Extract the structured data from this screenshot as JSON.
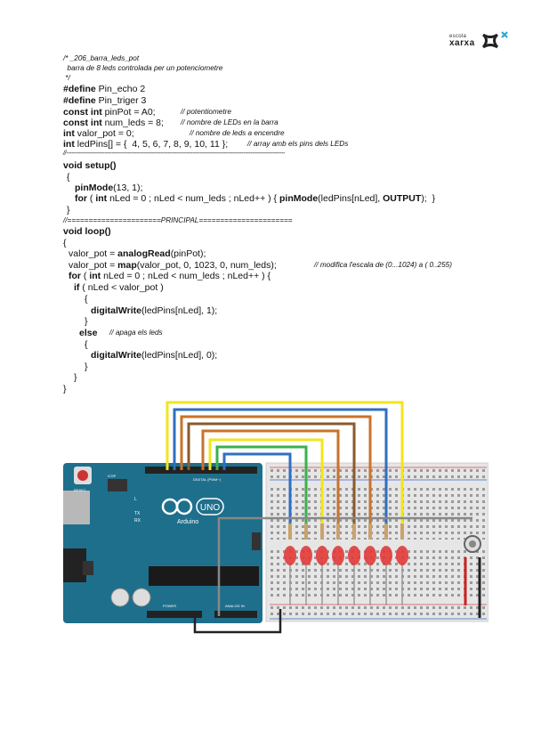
{
  "logo": {
    "small": "escola",
    "big": "xarxa"
  },
  "header_comment": [
    "/* _206_barra_leds_pot",
    "  barra de 8 leds controlada per un potenciometre",
    " */"
  ],
  "defines": [
    {
      "kw": "#define",
      "rest": " Pin_echo 2"
    },
    {
      "kw": "#define",
      "rest": " Pin_triger 3"
    }
  ],
  "decls": [
    {
      "kw": "const int",
      "rest": " pinPot = A0;",
      "comment": "// potentiometre"
    },
    {
      "kw": "const int",
      "rest": " num_leds = 8;",
      "comment": "// nombre de LEDs en la barra"
    },
    {
      "kw": "int",
      "rest": " valor_pot = 0;",
      "comment": "// nombre de leds a encendre"
    },
    {
      "kw": "int",
      "rest": " ledPins[] = {  4, 5, 6, 7, 8, 9, 10, 11 };",
      "comment": "// array amb els pins dels LEDs"
    }
  ],
  "separator1": "//-------------------------------------------------------------------------------------------------------------------------",
  "setup": {
    "sig": "void setup()",
    "open": "{",
    "pinmode_fn": "pinMode",
    "pinmode_args": "(13, 1);",
    "for_kw": "for",
    "for_open": " ( ",
    "for_int": "int",
    "for_cond": " nLed = 0 ; nLed < num_leds ; nLed++ ) { ",
    "for_fn": "pinMode",
    "for_args_a": "(ledPins[nLed], ",
    "for_output": "OUTPUT",
    "for_args_b": ");  }",
    "close": "}"
  },
  "separator2": "//======================PRINCIPAL======================",
  "loop": {
    "sig": "void loop()",
    "open": "{",
    "read_pre": "valor_pot = ",
    "read_fn": "analogRead",
    "read_post": "(pinPot);",
    "map_pre": "valor_pot = ",
    "map_fn": "map",
    "map_post": "(valor_pot, 0, 1023, 0, num_leds);",
    "map_comment": "// modifica l'escala de (0...1024) a ( 0..255)",
    "for_kw": "for",
    "for_open": " ( ",
    "for_int": "int",
    "for_cond": " nLed = 0 ; nLed < num_leds ; nLed++ ) {",
    "if_kw": "if",
    "if_cond": " ( nLed < valor_pot )",
    "brace_open": "{",
    "dw_fn": "digitalWrite",
    "dw_on": "(ledPins[nLed], 1);",
    "brace_close": "}",
    "else_kw": "else",
    "else_comment": "// apaga els leds",
    "dw_off": "(ledPins[nLed], 0);",
    "close": "}"
  },
  "board": {
    "logo_text": "UNO",
    "brand": "Arduino",
    "labels": {
      "reset": "RESET",
      "icsp": "ICSP",
      "tx": "TX",
      "rx": "RX",
      "l": "L",
      "digital": "DIGITAL (PWM~)",
      "power": "POWER",
      "analog": "ANALOG IN"
    },
    "colors": {
      "board": "#1e6f8c",
      "breadboard": "#e6e6e6",
      "wire_yellow": "#f2e51c",
      "wire_blue": "#2f6fc0",
      "wire_orange": "#c8732b",
      "wire_brown": "#8a5a2b",
      "wire_green": "#3bb04a",
      "led": "#e23a3a"
    }
  }
}
